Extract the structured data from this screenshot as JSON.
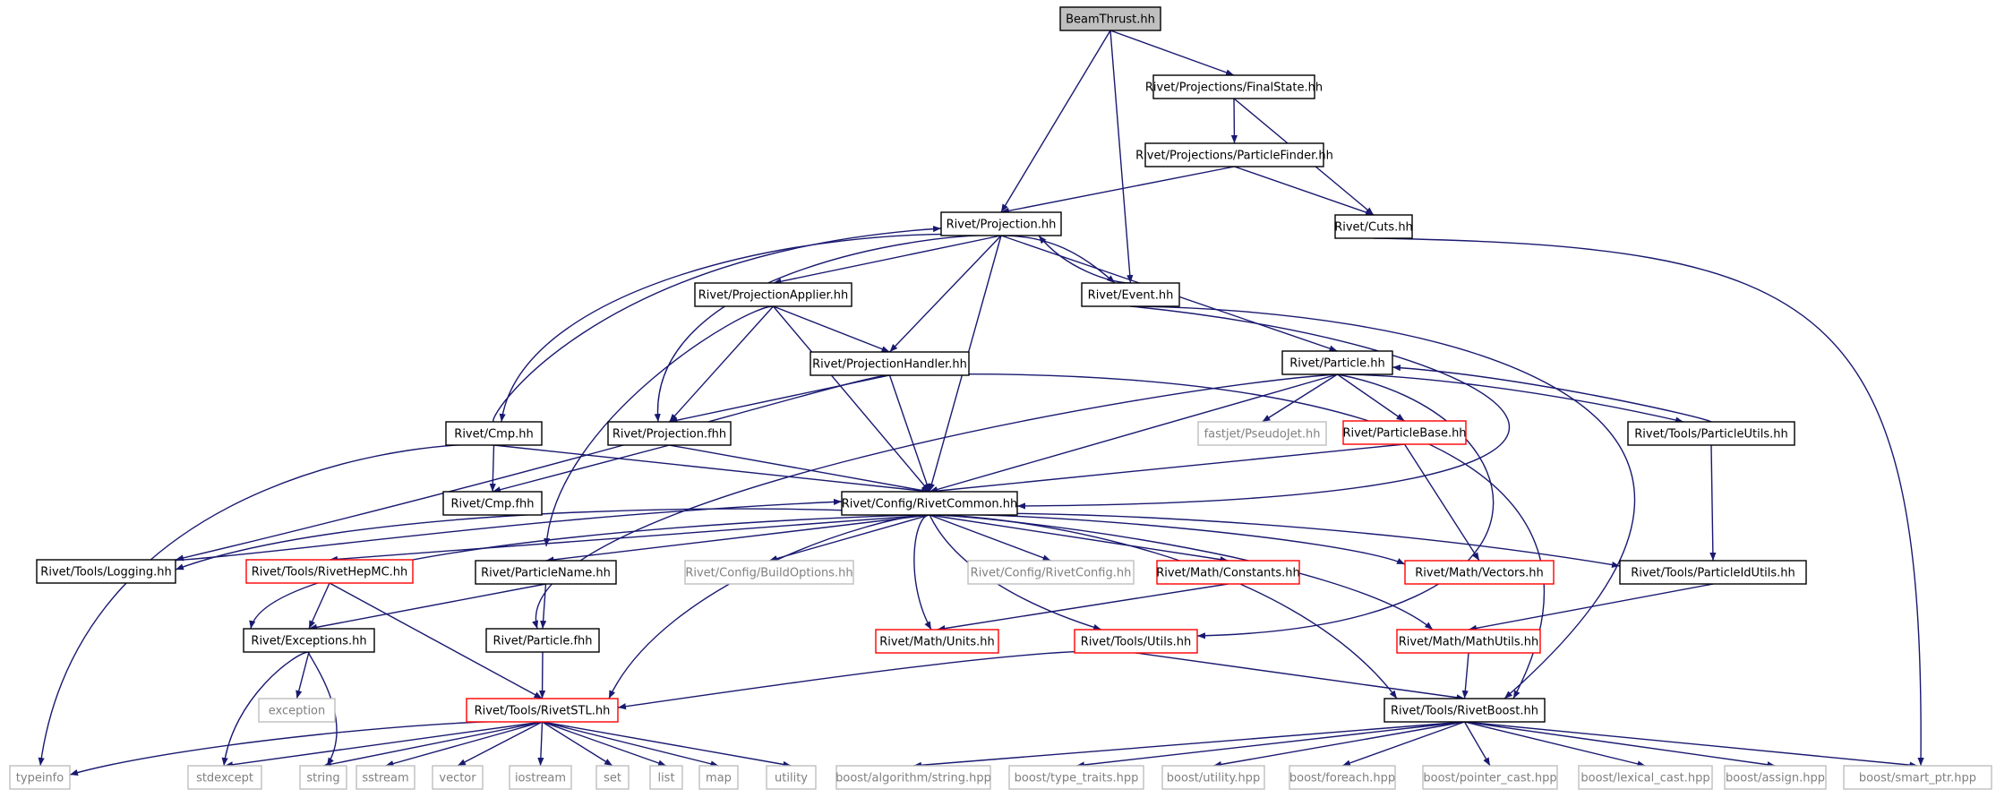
{
  "graph": {
    "nodes": [
      {
        "id": "beamthrust",
        "label": "BeamThrust.hh",
        "style": "root"
      },
      {
        "id": "finalstate",
        "label": "Rivet/Projections/FinalState.hh",
        "style": "normal"
      },
      {
        "id": "particlefinder",
        "label": "Rivet/Projections/ParticleFinder.hh",
        "style": "normal"
      },
      {
        "id": "projection",
        "label": "Rivet/Projection.hh",
        "style": "normal"
      },
      {
        "id": "cuts",
        "label": "Rivet/Cuts.hh",
        "style": "normal"
      },
      {
        "id": "projapplier",
        "label": "Rivet/ProjectionApplier.hh",
        "style": "normal"
      },
      {
        "id": "event",
        "label": "Rivet/Event.hh",
        "style": "normal"
      },
      {
        "id": "projhandler",
        "label": "Rivet/ProjectionHandler.hh",
        "style": "normal"
      },
      {
        "id": "particle",
        "label": "Rivet/Particle.hh",
        "style": "normal"
      },
      {
        "id": "cmp",
        "label": "Rivet/Cmp.hh",
        "style": "normal"
      },
      {
        "id": "projfhh",
        "label": "Rivet/Projection.fhh",
        "style": "normal"
      },
      {
        "id": "pseudojet",
        "label": "fastjet/PseudoJet.hh",
        "style": "external"
      },
      {
        "id": "particlebase",
        "label": "Rivet/ParticleBase.hh",
        "style": "red"
      },
      {
        "id": "particleutils",
        "label": "Rivet/Tools/ParticleUtils.hh",
        "style": "normal"
      },
      {
        "id": "cmpfhh",
        "label": "Rivet/Cmp.fhh",
        "style": "normal"
      },
      {
        "id": "rivetcommon",
        "label": "Rivet/Config/RivetCommon.hh",
        "style": "normal"
      },
      {
        "id": "logging",
        "label": "Rivet/Tools/Logging.hh",
        "style": "normal"
      },
      {
        "id": "rivethepmc",
        "label": "Rivet/Tools/RivetHepMC.hh",
        "style": "red"
      },
      {
        "id": "particlename",
        "label": "Rivet/ParticleName.hh",
        "style": "normal"
      },
      {
        "id": "buildoptions",
        "label": "Rivet/Config/BuildOptions.hh",
        "style": "external"
      },
      {
        "id": "rivetconfig",
        "label": "Rivet/Config/RivetConfig.hh",
        "style": "external"
      },
      {
        "id": "constants",
        "label": "Rivet/Math/Constants.hh",
        "style": "red"
      },
      {
        "id": "vectors",
        "label": "Rivet/Math/Vectors.hh",
        "style": "red"
      },
      {
        "id": "particleidutils",
        "label": "Rivet/Tools/ParticleIdUtils.hh",
        "style": "normal"
      },
      {
        "id": "exceptions",
        "label": "Rivet/Exceptions.hh",
        "style": "normal"
      },
      {
        "id": "particlefhh",
        "label": "Rivet/Particle.fhh",
        "style": "normal"
      },
      {
        "id": "units",
        "label": "Rivet/Math/Units.hh",
        "style": "red"
      },
      {
        "id": "toolsutils",
        "label": "Rivet/Tools/Utils.hh",
        "style": "red"
      },
      {
        "id": "mathutils",
        "label": "Rivet/Math/MathUtils.hh",
        "style": "red"
      },
      {
        "id": "exception",
        "label": "exception",
        "style": "external"
      },
      {
        "id": "rivetstl",
        "label": "Rivet/Tools/RivetSTL.hh",
        "style": "red"
      },
      {
        "id": "rivetboost",
        "label": "Rivet/Tools/RivetBoost.hh",
        "style": "normal"
      },
      {
        "id": "typeinfo",
        "label": "typeinfo",
        "style": "external"
      },
      {
        "id": "stdexcept",
        "label": "stdexcept",
        "style": "external"
      },
      {
        "id": "string",
        "label": "string",
        "style": "external"
      },
      {
        "id": "sstream",
        "label": "sstream",
        "style": "external"
      },
      {
        "id": "vector",
        "label": "vector",
        "style": "external"
      },
      {
        "id": "iostream",
        "label": "iostream",
        "style": "external"
      },
      {
        "id": "set",
        "label": "set",
        "style": "external"
      },
      {
        "id": "list",
        "label": "list",
        "style": "external"
      },
      {
        "id": "map",
        "label": "map",
        "style": "external"
      },
      {
        "id": "utility",
        "label": "utility",
        "style": "external"
      },
      {
        "id": "balgostring",
        "label": "boost/algorithm/string.hpp",
        "style": "external"
      },
      {
        "id": "btypetraits",
        "label": "boost/type_traits.hpp",
        "style": "external"
      },
      {
        "id": "butility",
        "label": "boost/utility.hpp",
        "style": "external"
      },
      {
        "id": "bforeach",
        "label": "boost/foreach.hpp",
        "style": "external"
      },
      {
        "id": "bpointercast",
        "label": "boost/pointer_cast.hpp",
        "style": "external"
      },
      {
        "id": "blexicalcast",
        "label": "boost/lexical_cast.hpp",
        "style": "external"
      },
      {
        "id": "bassign",
        "label": "boost/assign.hpp",
        "style": "external"
      },
      {
        "id": "bsmartptr",
        "label": "boost/smart_ptr.hpp",
        "style": "external"
      }
    ],
    "edges": [
      {
        "from": "beamthrust",
        "to": "finalstate"
      },
      {
        "from": "beamthrust",
        "to": "projection"
      },
      {
        "from": "beamthrust",
        "to": "event"
      },
      {
        "from": "finalstate",
        "to": "particlefinder"
      },
      {
        "from": "finalstate",
        "to": "cuts"
      },
      {
        "from": "particlefinder",
        "to": "projection"
      },
      {
        "from": "particlefinder",
        "to": "cuts"
      },
      {
        "from": "cuts",
        "to": "bsmartptr"
      },
      {
        "from": "projection",
        "to": "projapplier"
      },
      {
        "from": "projection",
        "to": "event"
      },
      {
        "from": "projection",
        "to": "projhandler"
      },
      {
        "from": "projection",
        "to": "particle"
      },
      {
        "from": "projection",
        "to": "cmp"
      },
      {
        "from": "projection",
        "to": "projfhh"
      },
      {
        "from": "projection",
        "to": "rivetcommon"
      },
      {
        "from": "event",
        "to": "projection"
      },
      {
        "from": "event",
        "to": "rivetcommon"
      },
      {
        "from": "event",
        "to": "rivetboost"
      },
      {
        "from": "cmp",
        "to": "projection"
      },
      {
        "from": "cmp",
        "to": "cmpfhh"
      },
      {
        "from": "cmp",
        "to": "rivetcommon"
      },
      {
        "from": "cmp",
        "to": "typeinfo"
      },
      {
        "from": "projapplier",
        "to": "projhandler"
      },
      {
        "from": "projapplier",
        "to": "projfhh"
      },
      {
        "from": "projapplier",
        "to": "rivetcommon"
      },
      {
        "from": "projapplier",
        "to": "logging"
      },
      {
        "from": "projhandler",
        "to": "projfhh"
      },
      {
        "from": "projhandler",
        "to": "rivetcommon"
      },
      {
        "from": "projhandler",
        "to": "logging"
      },
      {
        "from": "projhandler",
        "to": "rivetboost"
      },
      {
        "from": "projfhh",
        "to": "cmpfhh"
      },
      {
        "from": "projfhh",
        "to": "rivetcommon"
      },
      {
        "from": "particle",
        "to": "pseudojet"
      },
      {
        "from": "particle",
        "to": "particlebase"
      },
      {
        "from": "particle",
        "to": "particleutils"
      },
      {
        "from": "particle",
        "to": "rivetcommon"
      },
      {
        "from": "particle",
        "to": "toolsutils"
      },
      {
        "from": "particle",
        "to": "particlefhh"
      },
      {
        "from": "particleutils",
        "to": "particle"
      },
      {
        "from": "particleutils",
        "to": "particleidutils"
      },
      {
        "from": "particlebase",
        "to": "rivetcommon"
      },
      {
        "from": "particlebase",
        "to": "vectors"
      },
      {
        "from": "rivetcommon",
        "to": "logging"
      },
      {
        "from": "rivetcommon",
        "to": "rivethepmc"
      },
      {
        "from": "rivetcommon",
        "to": "particlename"
      },
      {
        "from": "rivetcommon",
        "to": "buildoptions"
      },
      {
        "from": "rivetcommon",
        "to": "rivetconfig"
      },
      {
        "from": "rivetcommon",
        "to": "constants"
      },
      {
        "from": "rivetcommon",
        "to": "vectors"
      },
      {
        "from": "rivetcommon",
        "to": "particleidutils"
      },
      {
        "from": "rivetcommon",
        "to": "exceptions"
      },
      {
        "from": "rivetcommon",
        "to": "rivetstl"
      },
      {
        "from": "rivetcommon",
        "to": "units"
      },
      {
        "from": "rivetcommon",
        "to": "toolsutils"
      },
      {
        "from": "rivetcommon",
        "to": "mathutils"
      },
      {
        "from": "rivetcommon",
        "to": "rivetboost"
      },
      {
        "from": "logging",
        "to": "rivetcommon"
      },
      {
        "from": "rivethepmc",
        "to": "exceptions"
      },
      {
        "from": "rivethepmc",
        "to": "rivetstl"
      },
      {
        "from": "particlename",
        "to": "exceptions"
      },
      {
        "from": "particlename",
        "to": "particlefhh"
      },
      {
        "from": "constants",
        "to": "units"
      },
      {
        "from": "particleidutils",
        "to": "mathutils"
      },
      {
        "from": "exceptions",
        "to": "exception"
      },
      {
        "from": "exceptions",
        "to": "stdexcept"
      },
      {
        "from": "exceptions",
        "to": "string"
      },
      {
        "from": "particlefhh",
        "to": "rivetstl"
      },
      {
        "from": "toolsutils",
        "to": "rivetstl"
      },
      {
        "from": "toolsutils",
        "to": "rivetboost"
      },
      {
        "from": "mathutils",
        "to": "rivetboost"
      },
      {
        "from": "rivetstl",
        "to": "typeinfo"
      },
      {
        "from": "rivetstl",
        "to": "stdexcept"
      },
      {
        "from": "rivetstl",
        "to": "string"
      },
      {
        "from": "rivetstl",
        "to": "sstream"
      },
      {
        "from": "rivetstl",
        "to": "vector"
      },
      {
        "from": "rivetstl",
        "to": "iostream"
      },
      {
        "from": "rivetstl",
        "to": "set"
      },
      {
        "from": "rivetstl",
        "to": "list"
      },
      {
        "from": "rivetstl",
        "to": "map"
      },
      {
        "from": "rivetstl",
        "to": "utility"
      },
      {
        "from": "rivetboost",
        "to": "balgostring"
      },
      {
        "from": "rivetboost",
        "to": "btypetraits"
      },
      {
        "from": "rivetboost",
        "to": "butility"
      },
      {
        "from": "rivetboost",
        "to": "bforeach"
      },
      {
        "from": "rivetboost",
        "to": "bpointercast"
      },
      {
        "from": "rivetboost",
        "to": "blexicalcast"
      },
      {
        "from": "rivetboost",
        "to": "bassign"
      },
      {
        "from": "rivetboost",
        "to": "bsmartptr"
      }
    ],
    "colors": {
      "edge": "#191970",
      "normal_border": "#000000",
      "red_border": "#ff0000",
      "external_border": "#bfbfbf",
      "root_fill": "#bfbfbf",
      "text": "#000000",
      "external_text": "#808080"
    }
  }
}
